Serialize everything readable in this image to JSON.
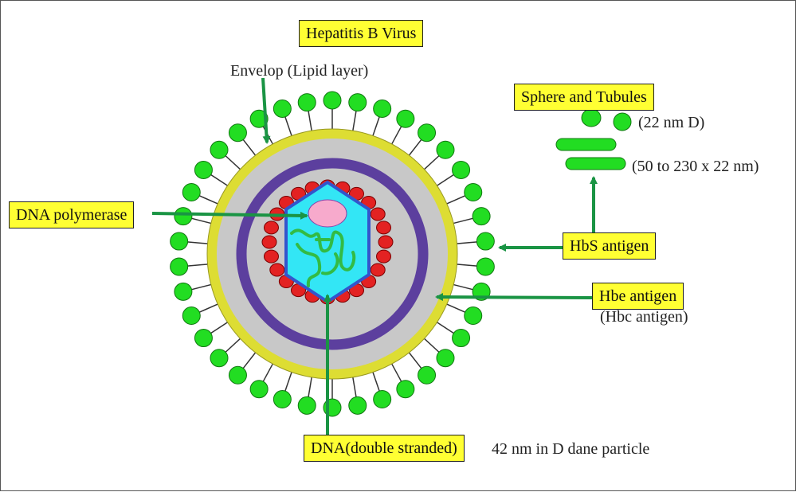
{
  "title": "Hepatitis B Virus",
  "labels": {
    "envelop": "Envelop (Lipid layer)",
    "sphere_tubules": "Sphere and Tubules",
    "sphere_size": "(22 nm D)",
    "tubule_size": "(50 to 230 x 22 nm)",
    "dna_polymerase": "DNA polymerase",
    "hbs_antigen": "HbS antigen",
    "hbe_antigen": "Hbe antigen",
    "hbc_antigen": "(Hbc antigen)",
    "dna": "DNA(double stranded)",
    "particle_size": "42 nm in D dane particle"
  },
  "colors": {
    "label_box": "#ffff33",
    "spike": "#22dd22",
    "envelope": "#dddd33",
    "capsid_fill": "#c8c8c8",
    "core_ring": "#5c3f9e",
    "nucleoprotein": "#e32222",
    "core": "#33e6f5",
    "core_border": "#3355cc",
    "polymerase": "#f7aacc",
    "dna": "#33bb44",
    "arrow": "#1a9444"
  }
}
